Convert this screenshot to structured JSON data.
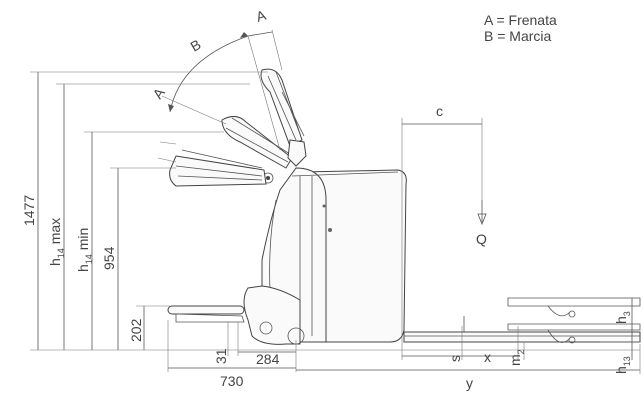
{
  "legend": {
    "a": "A = Frenata",
    "b": "B = Marcia"
  },
  "arc_labels": {
    "a_top": "A",
    "b": "B",
    "a_left": "A"
  },
  "dimensions": {
    "h1477": "1477",
    "h14max_main": "h",
    "h14max_sub": "14",
    "h14max_suffix": " max",
    "h14min_main": "h",
    "h14min_sub": "14",
    "h14min_suffix": " min",
    "h954": "954",
    "h202": "202",
    "d31": "31",
    "d284": "284",
    "d730": "730",
    "c": "c",
    "q": "Q",
    "s": "s",
    "x": "x",
    "m2_main": "m",
    "m2_sub": "2",
    "y": "y",
    "h3_main": "h",
    "h3_sub": "3",
    "h13_main": "h",
    "h13_sub": "13"
  }
}
